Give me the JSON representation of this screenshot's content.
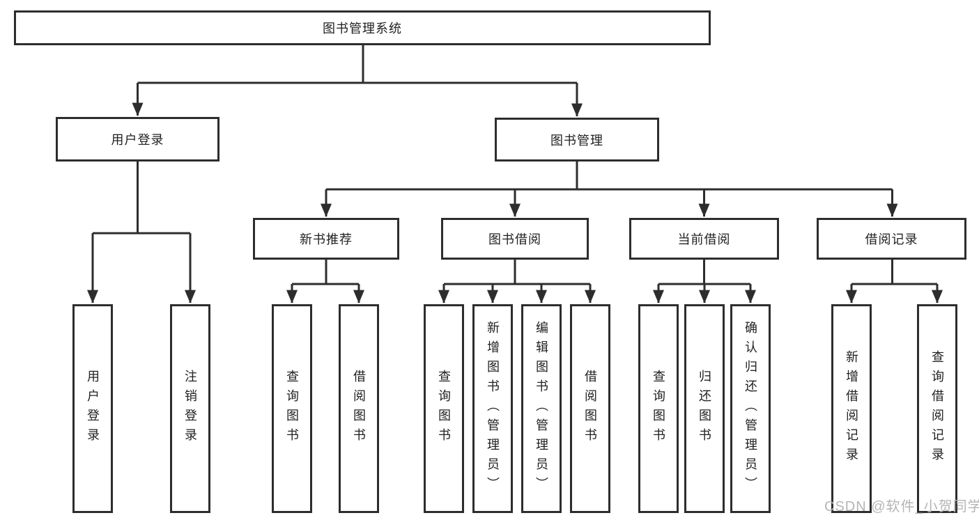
{
  "tree": {
    "label": "图书管理系统",
    "children": [
      {
        "label": "用户登录",
        "children": [
          {
            "label": "用户登录"
          },
          {
            "label": "注销登录"
          }
        ]
      },
      {
        "label": "图书管理",
        "children": [
          {
            "label": "新书推荐",
            "children": [
              {
                "label": "查询图书"
              },
              {
                "label": "借阅图书"
              }
            ]
          },
          {
            "label": "图书借阅",
            "children": [
              {
                "label": "查询图书"
              },
              {
                "label": "新增图书（管理员）"
              },
              {
                "label": "编辑图书（管理员）"
              },
              {
                "label": "借阅图书"
              }
            ]
          },
          {
            "label": "当前借阅",
            "children": [
              {
                "label": "查询图书"
              },
              {
                "label": "归还图书"
              },
              {
                "label": "确认归还（管理员）"
              }
            ]
          },
          {
            "label": "借阅记录",
            "children": [
              {
                "label": "新增借阅记录"
              },
              {
                "label": "查询借阅记录"
              }
            ]
          }
        ]
      }
    ]
  },
  "watermark": "CSDN @软件_小贺同学",
  "colors": {
    "line": "#2d2d2d",
    "text": "#212121",
    "watermark": "#b5b5b5",
    "background": "#ffffff"
  }
}
